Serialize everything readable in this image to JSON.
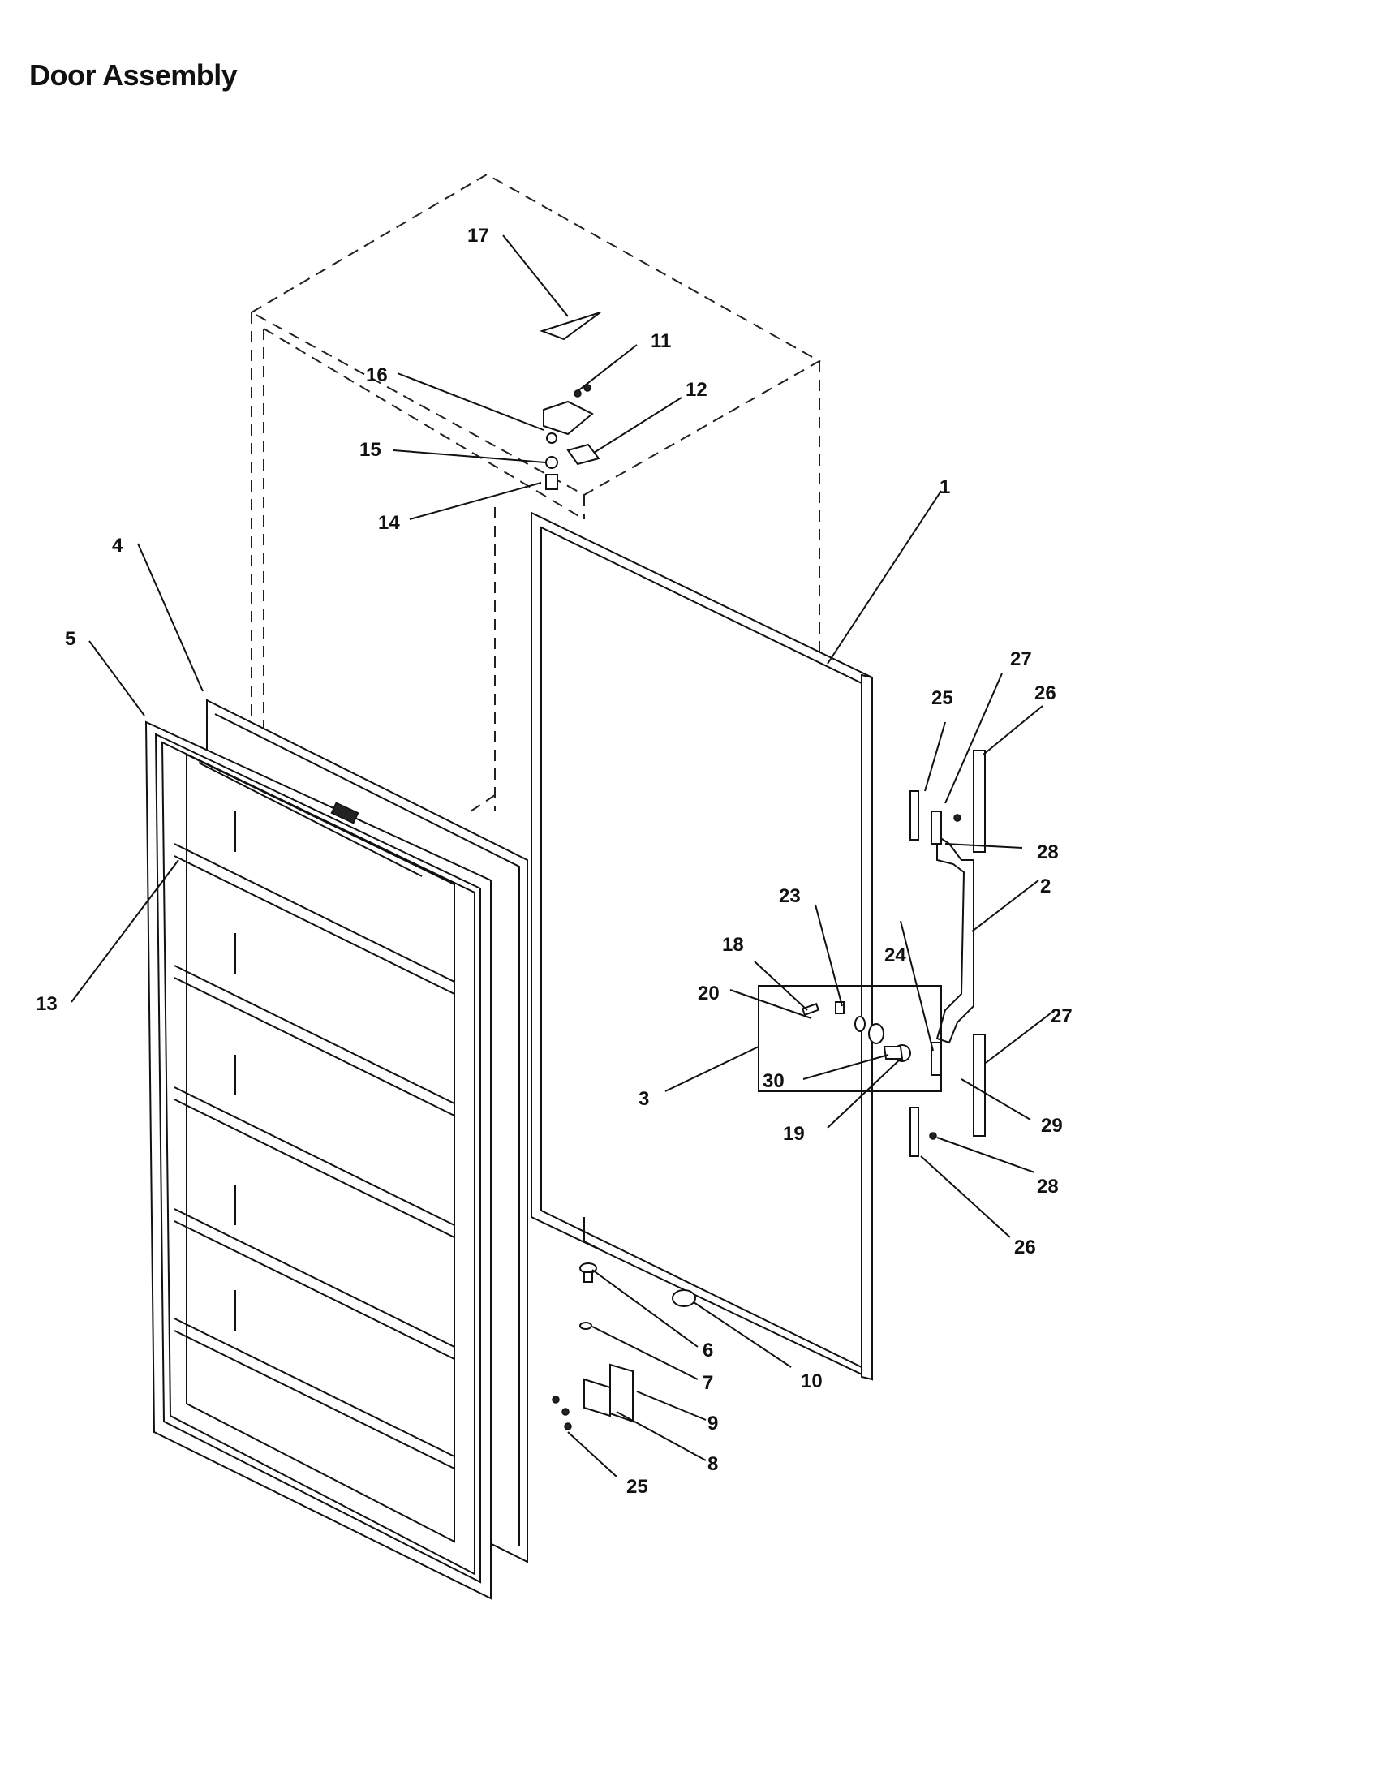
{
  "title": "Door Assembly",
  "callouts": [
    {
      "id": "c1",
      "label": "1"
    },
    {
      "id": "c2",
      "label": "2"
    },
    {
      "id": "c3",
      "label": "3"
    },
    {
      "id": "c4",
      "label": "4"
    },
    {
      "id": "c5",
      "label": "5"
    },
    {
      "id": "c6",
      "label": "6"
    },
    {
      "id": "c7",
      "label": "7"
    },
    {
      "id": "c8",
      "label": "8"
    },
    {
      "id": "c9",
      "label": "9"
    },
    {
      "id": "c10",
      "label": "10"
    },
    {
      "id": "c11",
      "label": "11"
    },
    {
      "id": "c12",
      "label": "12"
    },
    {
      "id": "c13",
      "label": "13"
    },
    {
      "id": "c14",
      "label": "14"
    },
    {
      "id": "c15",
      "label": "15"
    },
    {
      "id": "c16",
      "label": "16"
    },
    {
      "id": "c17",
      "label": "17"
    },
    {
      "id": "c18",
      "label": "18"
    },
    {
      "id": "c19",
      "label": "19"
    },
    {
      "id": "c20",
      "label": "20"
    },
    {
      "id": "c23",
      "label": "23"
    },
    {
      "id": "c24",
      "label": "24"
    },
    {
      "id": "c25a",
      "label": "25"
    },
    {
      "id": "c25b",
      "label": "25"
    },
    {
      "id": "c26a",
      "label": "26"
    },
    {
      "id": "c26b",
      "label": "26"
    },
    {
      "id": "c27a",
      "label": "27"
    },
    {
      "id": "c27b",
      "label": "27"
    },
    {
      "id": "c28a",
      "label": "28"
    },
    {
      "id": "c28b",
      "label": "28"
    },
    {
      "id": "c29",
      "label": "29"
    },
    {
      "id": "c30",
      "label": "30"
    }
  ]
}
